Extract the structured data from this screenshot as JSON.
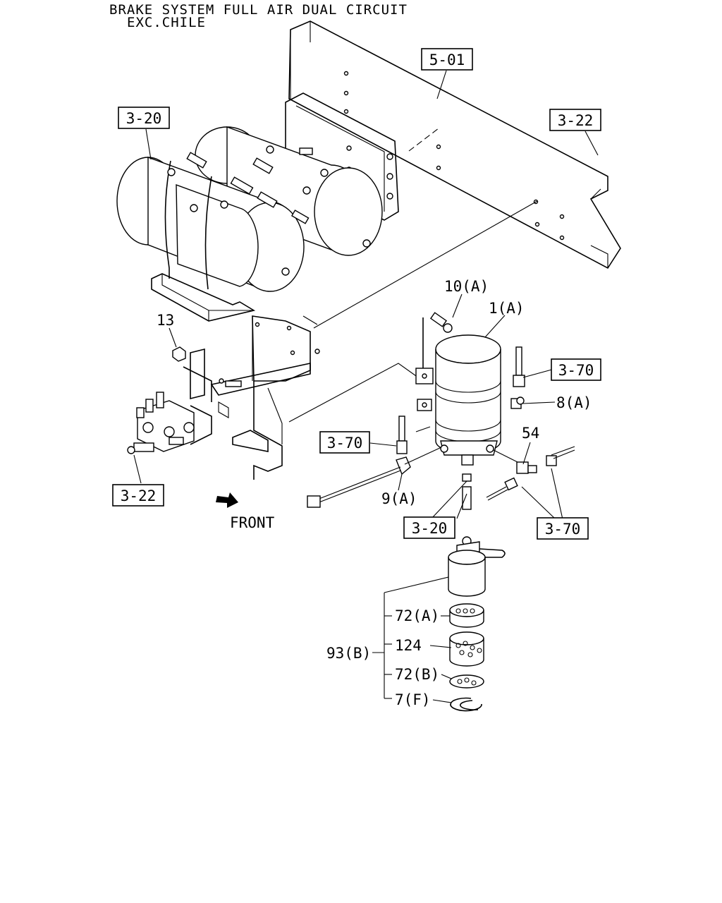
{
  "title": {
    "line1": "BRAKE SYSTEM FULL AIR DUAL CIRCUIT",
    "line2": "EXC.CHILE"
  },
  "refs": {
    "r501": "5-01",
    "r320_top": "3-20",
    "r322_top": "3-22",
    "r370_a": "3-70",
    "r370_b": "3-70",
    "r322_bottom": "3-22",
    "r320_bottom": "3-20",
    "r370_c": "3-70"
  },
  "parts": {
    "p10a": "10(A)",
    "p1a": "1(A)",
    "p13": "13",
    "p8a": "8(A)",
    "p54": "54",
    "p9a": "9(A)",
    "p72a": "72(A)",
    "p124": "124",
    "p93b": "93(B)",
    "p72b": "72(B)",
    "p7f": "7(F)"
  },
  "direction": {
    "front": "FRONT"
  }
}
